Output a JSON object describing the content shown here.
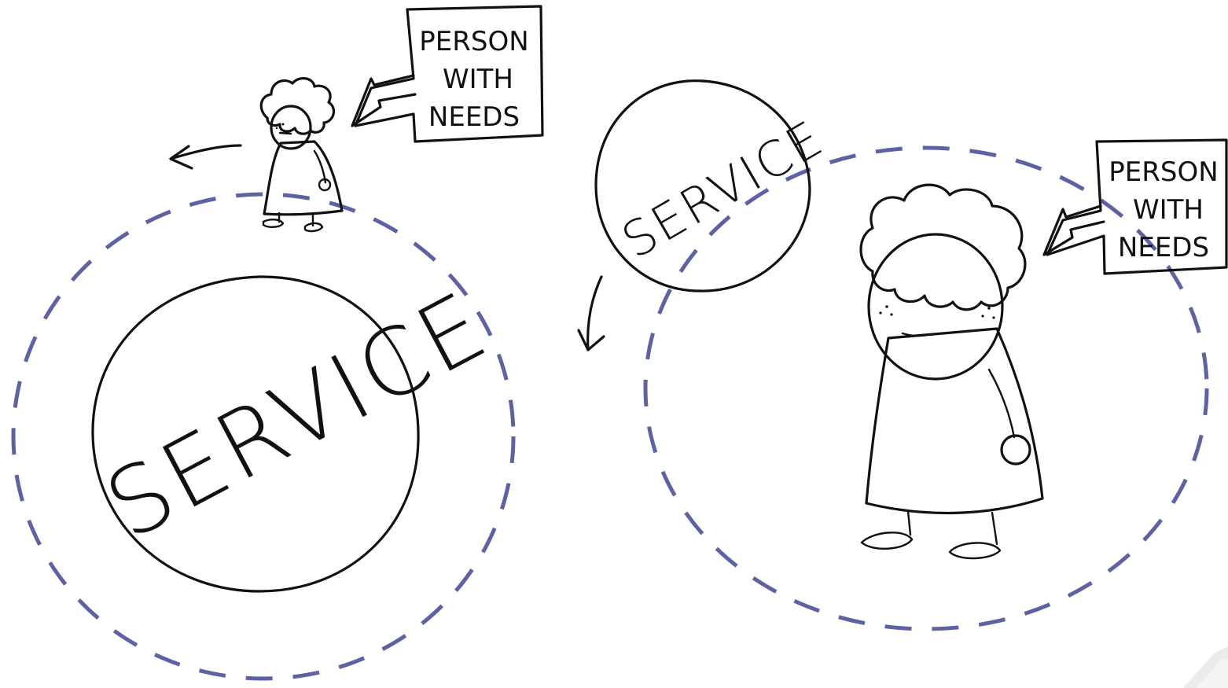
{
  "colors": {
    "service_fill": "#c9cadf",
    "person_body": "#e4521f",
    "orbit": "#5d62a4",
    "ink": "#111111",
    "background": "#ffffff"
  },
  "left_panel": {
    "service_label": "SERVICE",
    "callout_lines": [
      "PERSON",
      "WITH",
      "NEEDS"
    ]
  },
  "right_panel": {
    "service_label": "SERVICE",
    "callout_lines": [
      "PERSON",
      "WITH",
      "NEEDS"
    ]
  },
  "icons": {
    "left_motion_arrow": "arrow-left-curved",
    "right_motion_arrow": "arrow-down-curved",
    "corner_mark": "logo-mark"
  }
}
